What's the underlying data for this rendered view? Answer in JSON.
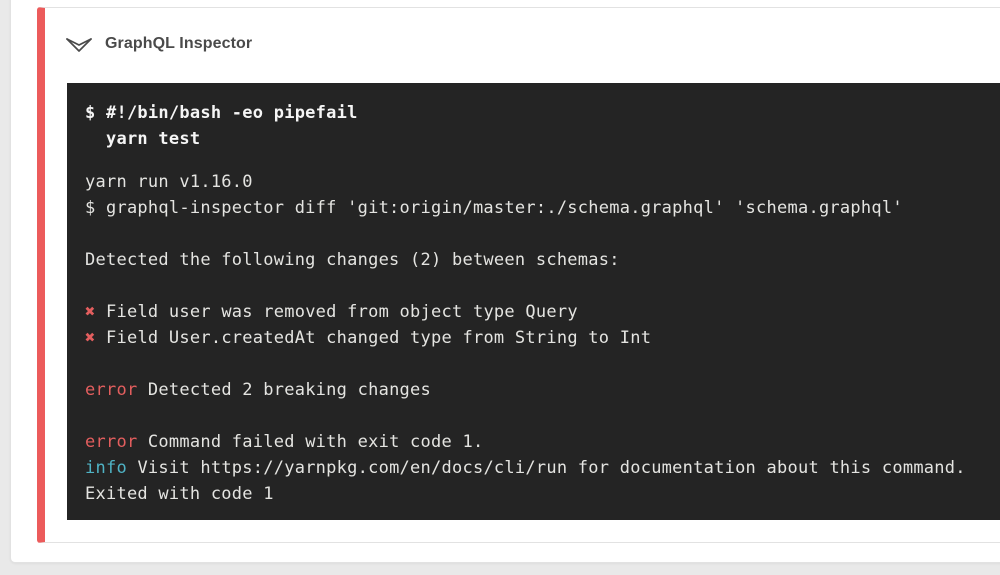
{
  "header": {
    "title": "GraphQL Inspector",
    "collapse_icon": "double-chevron-down-icon"
  },
  "terminal": {
    "command_lines": [
      "$ #!/bin/bash -eo pipefail",
      "  yarn test"
    ],
    "output_lines": [
      [
        {
          "t": "yarn run v1.16.0"
        }
      ],
      [
        {
          "t": "$ graphql-inspector diff 'git:origin/master:./schema.graphql' 'schema.graphql'"
        }
      ],
      [],
      [
        {
          "t": "Detected the following changes (2) between schemas:"
        }
      ],
      [],
      [
        {
          "t": "✖ ",
          "s": "err"
        },
        {
          "t": "Field user was removed from object type Query"
        }
      ],
      [
        {
          "t": "✖ ",
          "s": "err"
        },
        {
          "t": "Field User.createdAt changed type from String to Int"
        }
      ],
      [],
      [
        {
          "t": "error",
          "s": "err"
        },
        {
          "t": " Detected 2 breaking changes"
        }
      ],
      [],
      [
        {
          "t": "error",
          "s": "err"
        },
        {
          "t": " Command failed with exit code 1."
        }
      ],
      [
        {
          "t": "info",
          "s": "info"
        },
        {
          "t": " Visit https://yarnpkg.com/en/docs/cli/run for documentation about this command."
        }
      ],
      [
        {
          "t": "Exited with code 1"
        }
      ]
    ],
    "colors": {
      "stripe": "#ec5b5b",
      "terminal_bg": "#242424",
      "text": "#e4e4e1",
      "command_text": "#f5f5f5",
      "error": "#e35e5e",
      "info": "#4fb3c5"
    }
  }
}
